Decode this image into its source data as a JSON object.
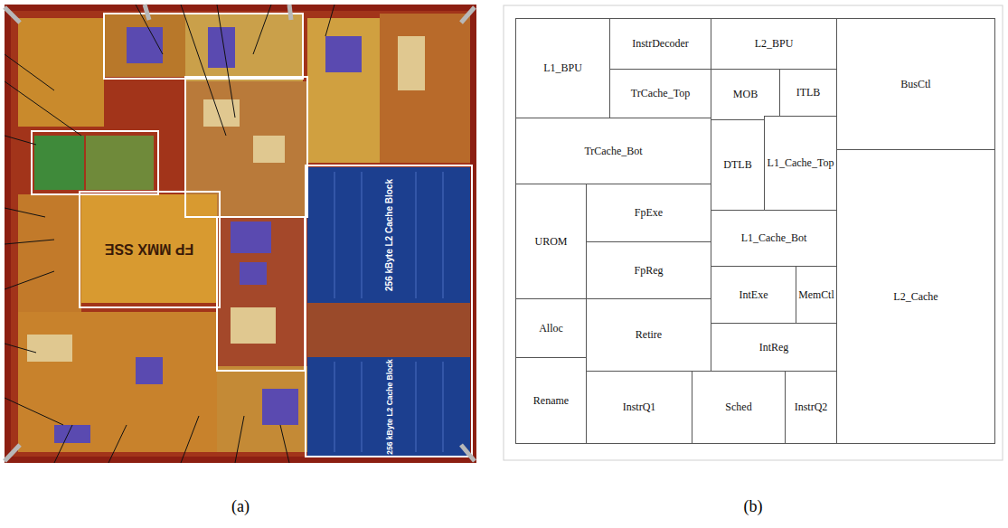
{
  "diagram": {
    "nodes": [
      {
        "text": [
          "L1_BPU"
        ]
      },
      {
        "text": [
          "InstrDecoder"
        ]
      },
      {
        "text": [
          "L2_BPU"
        ]
      },
      {
        "text": [
          "BusCtl"
        ]
      },
      {
        "text": [
          "TrCache_Top"
        ]
      },
      {
        "text": [
          "MOB"
        ]
      },
      {
        "text": [
          "ITLB"
        ]
      },
      {
        "text": [
          "TrCache_Bot"
        ]
      },
      {
        "text": [
          "DTLB"
        ]
      },
      {
        "text": [
          "L1_Cache_Top"
        ]
      },
      {
        "text": [
          "UROM"
        ]
      },
      {
        "text": [
          "FpExe"
        ]
      },
      {
        "text": [
          "L2_Cache"
        ]
      },
      {
        "text": [
          "L1_Cache_Bot"
        ]
      },
      {
        "text": [
          "FpReg"
        ]
      },
      {
        "text": [
          "IntExe"
        ]
      },
      {
        "text": [
          "MemCtl"
        ]
      },
      {
        "text": [
          "Alloc"
        ]
      },
      {
        "text": [
          "Retire"
        ]
      },
      {
        "text": [
          "IntReg"
        ]
      },
      {
        "text": [
          "Rename"
        ]
      },
      {
        "text": [
          "InstrQ1"
        ]
      },
      {
        "text": [
          "Sched"
        ]
      },
      {
        "text": [
          "InstrQ2"
        ]
      }
    ],
    "labels": [
      "256 kByte L2 Cache Block",
      "256 kByte L2 Cache Block",
      "FP MMX SSE",
      "(a)",
      "(b)"
    ]
  }
}
